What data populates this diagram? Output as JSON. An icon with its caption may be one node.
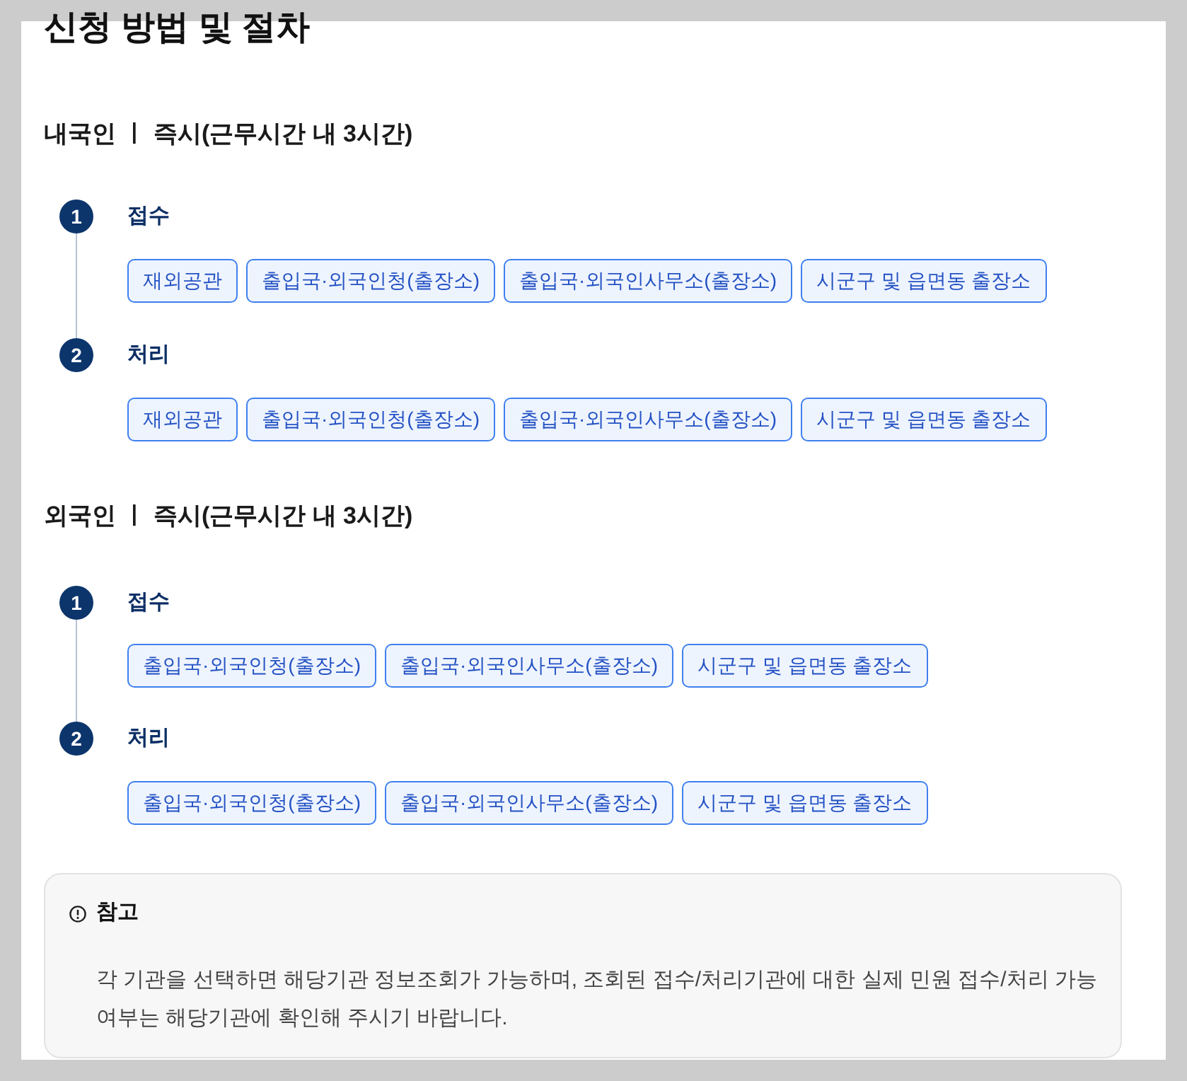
{
  "diagram": {
    "title": "신청 방법 및 절차",
    "nodes": [
      {
        "text": [
          "1"
        ],
        "beside": [
          "접수"
        ]
      },
      {
        "text": [
          "재외공관"
        ]
      },
      {
        "text": [
          "출입국·외국인청(출장소)"
        ]
      },
      {
        "text": [
          "출입국·외국인사무소(출장소)"
        ]
      },
      {
        "text": [
          "시군구 및 읍면동 출장소"
        ]
      },
      {
        "text": [
          "2"
        ],
        "beside": [
          "처리"
        ]
      },
      {
        "text": [
          "재외공관"
        ]
      },
      {
        "text": [
          "출입국·외국인청(출장소)"
        ]
      },
      {
        "text": [
          "출입국·외국인사무소(출장소)"
        ]
      },
      {
        "text": [
          "시군구 및 읍면동 출장소"
        ]
      },
      {
        "text": [
          "1"
        ],
        "beside": [
          "접수"
        ]
      },
      {
        "text": [
          "출입국·외국인청(출장소)"
        ]
      },
      {
        "text": [
          "출입국·외국인사무소(출장소)"
        ]
      },
      {
        "text": [
          "시군구 및 읍면동 출장소"
        ]
      },
      {
        "text": [
          "2"
        ],
        "beside": [
          "처리"
        ]
      },
      {
        "text": [
          "출입국·외국인청(출장소)"
        ]
      },
      {
        "text": [
          "출입국·외국인사무소(출장소)"
        ]
      },
      {
        "text": [
          "시군구 및 읍면동 출장소"
        ]
      },
      {
        "text": [
          "참고",
          "각 기관을 선택하면 해당기관 정보조회가 가능하며, 조회된 접수/처리기관에 대한 실제 민원 접수/처리 가능 여부는 해당기관에 확인해 주시기 바랍니다."
        ]
      }
    ],
    "edges": [
      {
        "from": 0,
        "to": 5,
        "arrow": "none"
      },
      {
        "from": 10,
        "to": 14,
        "arrow": "none"
      }
    ],
    "labels": [
      "내국인 ㅣ 즉시(근무시간 내 3시간)",
      "외국인 ㅣ 즉시(근무시간 내 3시간)"
    ]
  }
}
